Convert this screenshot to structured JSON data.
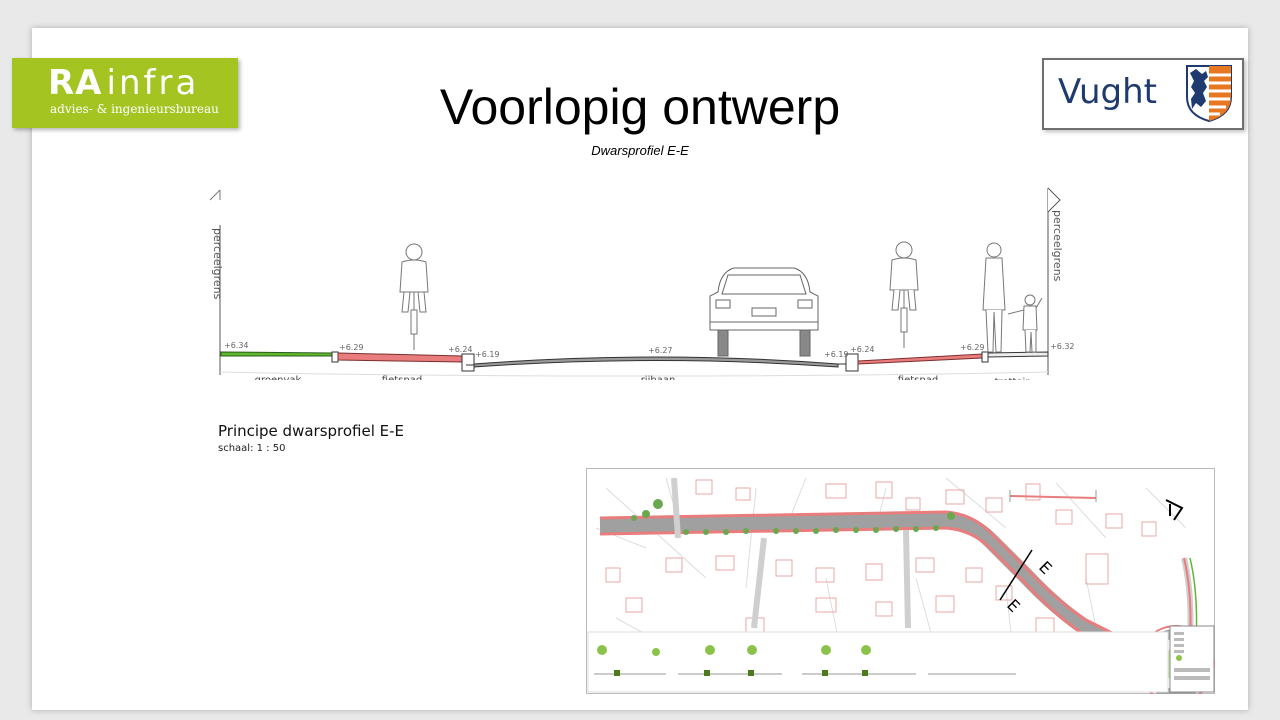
{
  "header": {
    "title": "Voorlopig ontwerp",
    "subtitle": "Dwarsprofiel E-E"
  },
  "logos": {
    "ra": {
      "bold": "RA",
      "light": "infra",
      "tagline": "advies- & ingenieursbureau"
    },
    "vught": {
      "text": "Vught",
      "crest_icon": "lion-shield-icon"
    }
  },
  "colors": {
    "accent_green": "#a4c422",
    "vught_blue": "#1f3a6e",
    "vught_orange": "#e87722",
    "green_strip": "#5cb82c",
    "bike_lane": "#e97c7c",
    "road": "#9a9a9a"
  },
  "profile": {
    "property_line_label": "perceelgrens",
    "segments": [
      {
        "label": "groenvak",
        "level": "+6.34"
      },
      {
        "label": "fietspad",
        "level": "+6.29"
      },
      {
        "label": "rijbaan",
        "level": "+6.27"
      },
      {
        "label": "fietspad",
        "level": "+6.24"
      },
      {
        "label": "trottoir",
        "level": "+6.29"
      }
    ],
    "curb_levels": [
      "+6.24",
      "+6.19",
      "+6.19",
      "+6.32"
    ],
    "caption": "Principe dwarsprofiel E-E",
    "scale": "schaal: 1 : 50"
  },
  "plan": {
    "section_marker": "E"
  }
}
